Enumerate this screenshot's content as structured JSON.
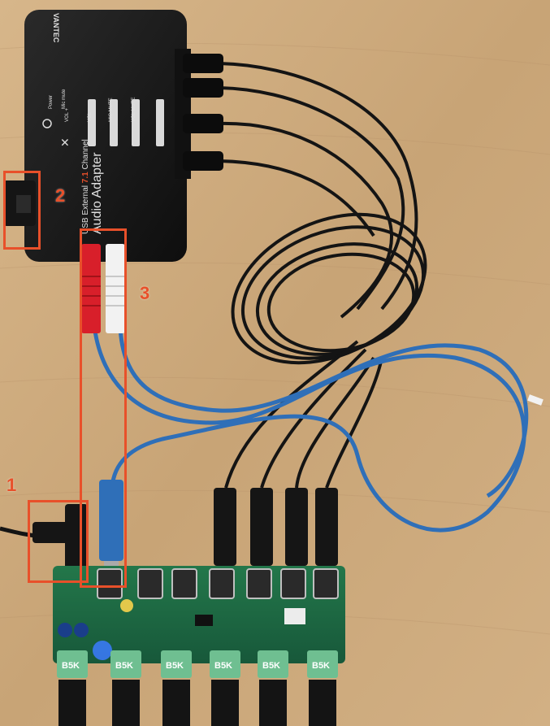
{
  "photo": {
    "callouts": [
      {
        "label": "1"
      },
      {
        "label": "2"
      },
      {
        "label": "3"
      }
    ],
    "adapter": {
      "brand": "VANTEC",
      "title_line1": "USB External",
      "title_channel": "7.1",
      "title_line1_suffix": "Channel",
      "title_line2": "Audio Adapter",
      "power_label": "Power",
      "mic_mute_label": "Mic mute",
      "btn_vol_plus": "VOL +",
      "btn_vol_minus": "VOL -",
      "btn_mic_mute": "MIC MUTE",
      "btn_vol_mute": "VOL MUTE"
    },
    "board": {
      "pot_labels": [
        "B5K",
        "B5K",
        "B5K",
        "B5K",
        "B5K",
        "B5K"
      ]
    },
    "colors": {
      "callout": "#e8502a",
      "table": "#c9a77c",
      "pcb": "#1f6a3e",
      "adapter": "#1a1a1a",
      "blue_cable": "#2f6fb8",
      "black_cable": "#141414"
    }
  }
}
